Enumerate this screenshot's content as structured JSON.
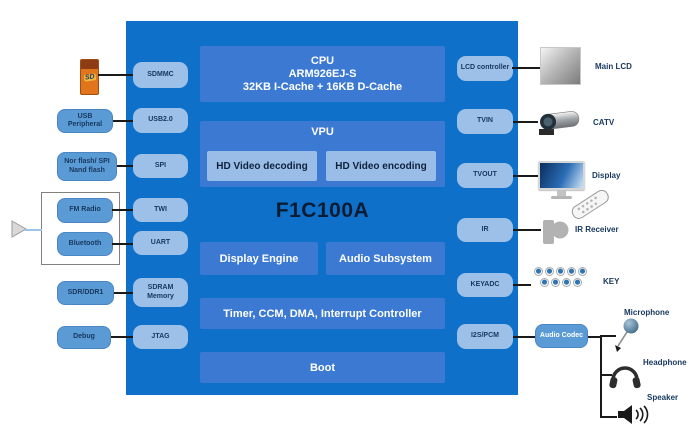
{
  "soc": {
    "name": "F1C100A",
    "cpu": {
      "title": "CPU",
      "subtitle": "ARM926EJ-S",
      "cache": "32KB I-Cache + 16KB D-Cache"
    },
    "vpu": {
      "title": "VPU",
      "decoder": "HD Video decoding",
      "encoder": "HD Video encoding"
    },
    "display_engine": "Display Engine",
    "audio_subsystem": "Audio Subsystem",
    "system_block": "Timer, CCM, DMA, Interrupt Controller",
    "boot": "Boot"
  },
  "left_ports": [
    {
      "label": "SDMMC"
    },
    {
      "label": "USB2.0"
    },
    {
      "label": "SPI"
    },
    {
      "label": "TWI"
    },
    {
      "label": "UART"
    },
    {
      "label": "SDRAM Memory"
    },
    {
      "label": "JTAG"
    }
  ],
  "left_peripherals": [
    {
      "label": "USB Peripheral"
    },
    {
      "label": "Nor flash/ SPI Nand flash"
    },
    {
      "label": "FM Radio"
    },
    {
      "label": "Bluetooth"
    },
    {
      "label": "SDR/DDR1"
    },
    {
      "label": "Debug"
    }
  ],
  "sd_card": {
    "logo": "SD"
  },
  "right_ports": [
    {
      "label": "LCD controller"
    },
    {
      "label": "TVIN"
    },
    {
      "label": "TVOUT"
    },
    {
      "label": "IR"
    },
    {
      "label": "KEYADC"
    },
    {
      "label": "I2S/PCM"
    }
  ],
  "right_peripherals": {
    "main_lcd": "Main LCD",
    "catv": "CATV",
    "display": "Display",
    "ir_receiver": "IR Receiver",
    "key": "KEY",
    "audio_codec": "Audio Codec",
    "microphone": "Microphone",
    "headphone": "Headphone",
    "speaker": "Speaker"
  },
  "colors": {
    "main_block": "#0e70c8",
    "inner_block": "#3c79d2",
    "light_block": "#99bde6",
    "port_pill": "#9cc0e7",
    "peripheral_block": "#5b9bd5",
    "text_dark": "#17375e",
    "connector_line": "#1a1a1a",
    "antenna_line": "#9dc3e6"
  }
}
